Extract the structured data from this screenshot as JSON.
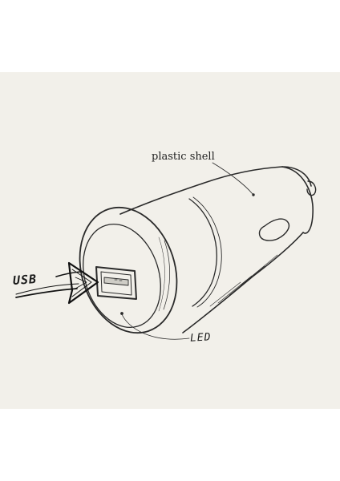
{
  "labels": {
    "plastic_shell": "plastic shell",
    "usb": "USB",
    "led": "LED"
  },
  "colors": {
    "paper": "#f2f0ea",
    "ink": "#1e1e1e",
    "page": "#ffffff"
  }
}
